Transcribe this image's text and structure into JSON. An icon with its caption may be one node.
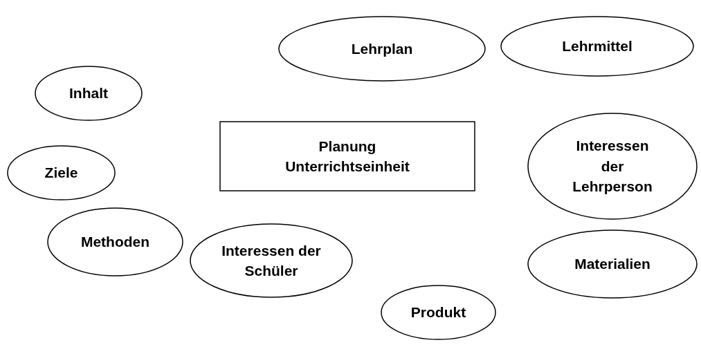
{
  "diagram": {
    "nodes": [
      {
        "text": [
          "Lehrplan"
        ]
      },
      {
        "text": [
          "Lehrmittel"
        ]
      },
      {
        "text": [
          "Inhalt"
        ]
      },
      {
        "text": [
          "Planung Unterrichtseinheit"
        ]
      },
      {
        "text": [
          "Interessen der Lehrperson"
        ]
      },
      {
        "text": [
          "Ziele"
        ]
      },
      {
        "text": [
          "Methoden"
        ]
      },
      {
        "text": [
          "Interessen der Schüler"
        ]
      },
      {
        "text": [
          "Materialien"
        ]
      },
      {
        "text": [
          "Produkt"
        ]
      }
    ]
  }
}
